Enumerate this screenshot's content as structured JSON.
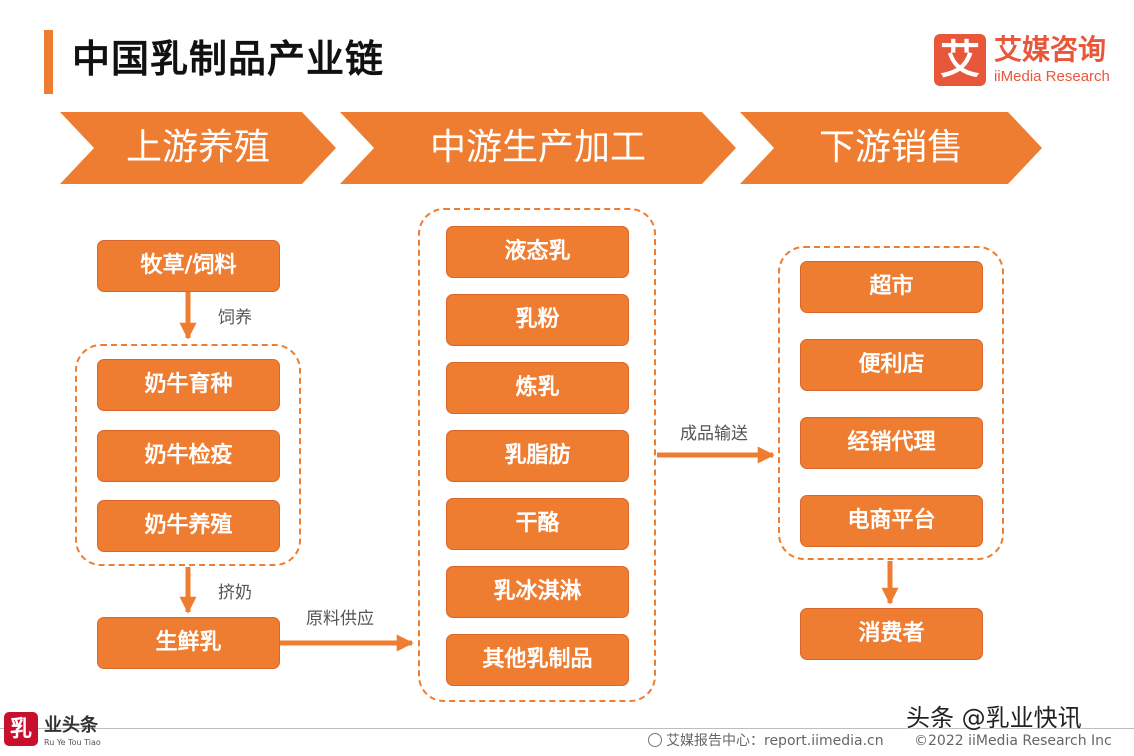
{
  "title": "中国乳制品产业链",
  "logo": {
    "mark": "艾",
    "name_cn": "艾媒咨询",
    "name_en": "iiMedia Research"
  },
  "stages": [
    "上游养殖",
    "中游生产加工",
    "下游销售"
  ],
  "upstream": {
    "feed": "牧草/饲料",
    "feed_edge_label": "饲养",
    "breeding_group": [
      "奶牛育种",
      "奶牛检疫",
      "奶牛养殖"
    ],
    "milking_edge_label": "挤奶",
    "raw_milk": "生鲜乳",
    "supply_edge_label": "原料供应"
  },
  "midstream": {
    "products": [
      "液态乳",
      "乳粉",
      "炼乳",
      "乳脂肪",
      "干酪",
      "乳冰淇淋",
      "其他乳制品"
    ],
    "delivery_edge_label": "成品输送"
  },
  "downstream": {
    "channels": [
      "超市",
      "便利店",
      "经销代理",
      "电商平台"
    ],
    "consumer": "消费者"
  },
  "footer": {
    "source": "艾媒报告中心：report.iimedia.cn",
    "copyright": "©2022  iiMedia Research  Inc"
  },
  "watermark": {
    "seal": "乳",
    "brand": "业头条",
    "brand_en": "Ru Ye Tou Tiao",
    "toutiao": "头条 @乳业快讯"
  },
  "colors": {
    "accent": "#ef7d31",
    "logo": "#e8573a",
    "text_dark": "#111111",
    "label_gray": "#555555"
  }
}
